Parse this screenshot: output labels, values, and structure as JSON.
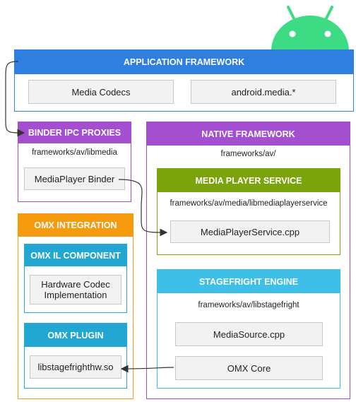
{
  "app_framework": {
    "title": "APPLICATION FRAMEWORK",
    "items": [
      "Media Codecs",
      "android.media.*"
    ],
    "color": "#2f7fe0"
  },
  "binder": {
    "title": "BINDER IPC PROXIES",
    "path": "frameworks/av/libmedia",
    "item": "MediaPlayer Binder",
    "color": "#a34fcf"
  },
  "native": {
    "title": "NATIVE FRAMEWORK",
    "path": "frameworks/av/",
    "color": "#a34fcf"
  },
  "media_player_service": {
    "title": "MEDIA PLAYER SERVICE",
    "path": "frameworks/av/media/libmediaplayerservice",
    "item": "MediaPlayerService.cpp",
    "color": "#7aa30c"
  },
  "omx_integration": {
    "title": "OMX INTEGRATION",
    "color": "#f59b0d"
  },
  "omx_il": {
    "title": "OMX IL COMPONENT",
    "item": "Hardware Codec Implementation",
    "color": "#21a7d2"
  },
  "omx_plugin": {
    "title": "OMX PLUGIN",
    "item": "libstagefrighthw.so",
    "color": "#21a7d2"
  },
  "stagefright": {
    "title": "STAGEFRIGHT ENGINE",
    "path": "frameworks/av/libstagefright",
    "items": [
      "MediaSource.cpp",
      "OMX Core"
    ],
    "color": "#3dbfe8"
  },
  "android_logo_color": "#3ddc84"
}
